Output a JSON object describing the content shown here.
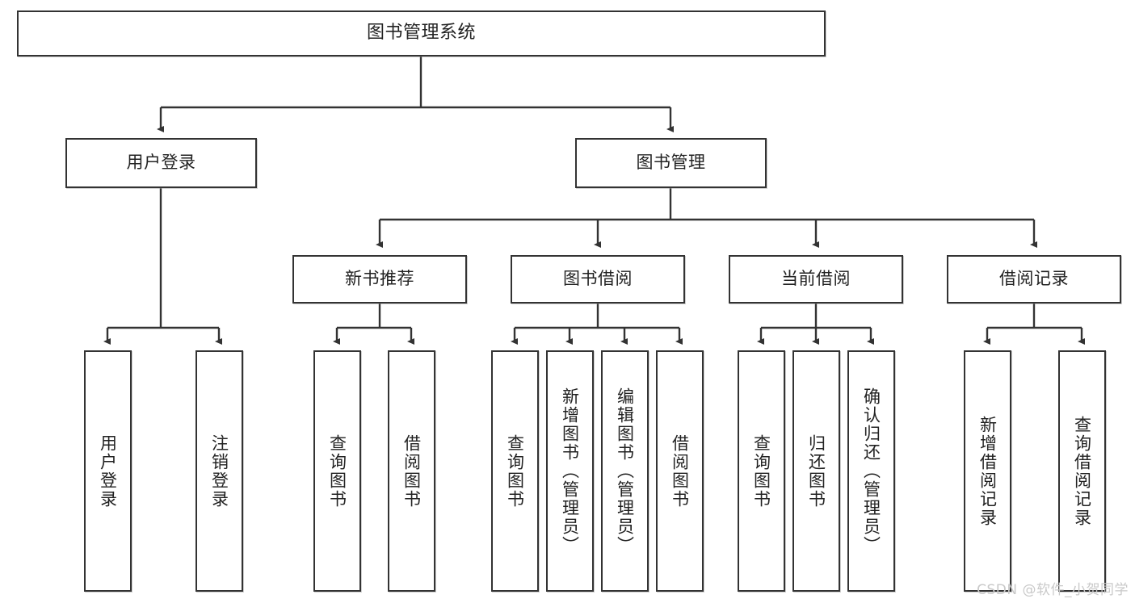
{
  "diagram": {
    "title": "图书管理系统",
    "type": "tree-hierarchy",
    "line_color": "#333333",
    "box_fill": "#ffffff",
    "text_color": "#222222",
    "watermark": "CSDN @软件_小贺同学"
  },
  "nodes": {
    "root": {
      "label": "图书管理系统"
    },
    "level2": [
      {
        "label": "用户登录"
      },
      {
        "label": "图书管理"
      }
    ],
    "level3": [
      {
        "label": "新书推荐"
      },
      {
        "label": "图书借阅"
      },
      {
        "label": "当前借阅"
      },
      {
        "label": "借阅记录"
      }
    ],
    "leaves_user_login": [
      {
        "label": "用户登录"
      },
      {
        "label": "注销登录"
      }
    ],
    "leaves_new_book": [
      {
        "label": "查询图书"
      },
      {
        "label": "借阅图书"
      }
    ],
    "leaves_borrow": [
      {
        "label": "查询图书"
      },
      {
        "label": "新增图书（管理员）"
      },
      {
        "label": "编辑图书（管理员）"
      },
      {
        "label": "借阅图书"
      }
    ],
    "leaves_current": [
      {
        "label": "查询图书"
      },
      {
        "label": "归还图书"
      },
      {
        "label": "确认归还（管理员）"
      }
    ],
    "leaves_records": [
      {
        "label": "新增借阅记录"
      },
      {
        "label": "查询借阅记录"
      }
    ]
  }
}
